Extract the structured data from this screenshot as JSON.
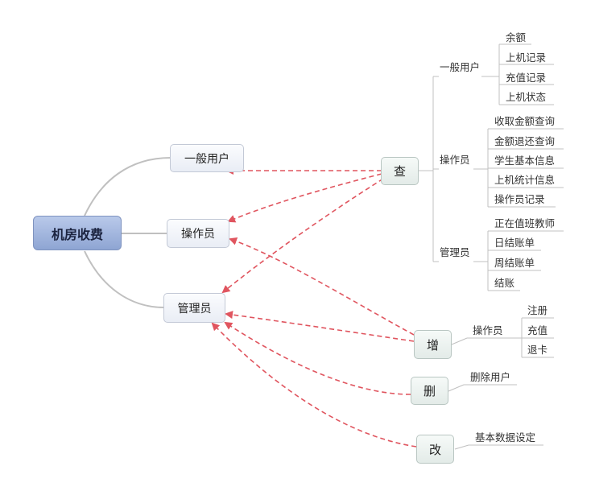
{
  "root": {
    "label": "机房收费"
  },
  "roles": {
    "general_user": "一般用户",
    "operator": "操作员",
    "admin": "管理员"
  },
  "actions": {
    "query": {
      "label": "查",
      "groups": {
        "general_user": {
          "label": "一般用户",
          "items": [
            "余额",
            "上机记录",
            "充值记录",
            "上机状态"
          ]
        },
        "operator": {
          "label": "操作员",
          "items": [
            "收取金额查询",
            "金额退还查询",
            "学生基本信息",
            "上机统计信息",
            "操作员记录"
          ]
        },
        "admin": {
          "label": "管理员",
          "items": [
            "正在值班教师",
            "日结账单",
            "周结账单",
            "结账"
          ]
        }
      }
    },
    "add": {
      "label": "增",
      "groups": {
        "operator": {
          "label": "操作员",
          "items": [
            "注册",
            "充值",
            "退卡"
          ]
        }
      }
    },
    "delete": {
      "label": "删",
      "items": [
        "删除用户"
      ]
    },
    "modify": {
      "label": "改",
      "items": [
        "基本数据设定"
      ]
    }
  },
  "colors": {
    "line": "#c0c0c0",
    "arrow": "#e0555f",
    "root_fill": "#9db2de"
  }
}
